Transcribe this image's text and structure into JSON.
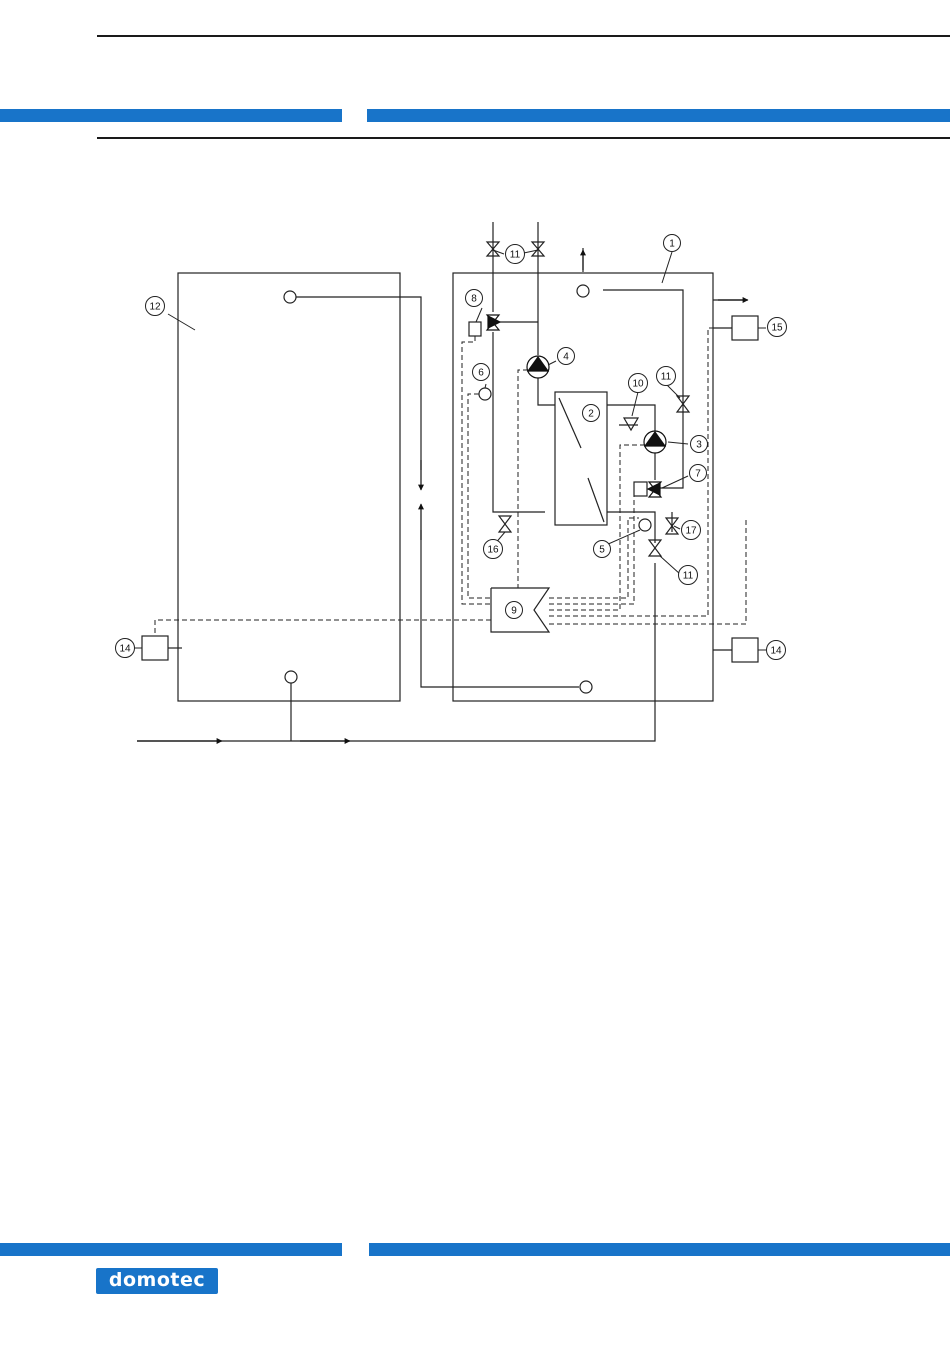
{
  "brand": {
    "name": "domotec",
    "accent_color": "#1874c9"
  },
  "diagram": {
    "label_numbers": [
      "1",
      "2",
      "3",
      "4",
      "5",
      "6",
      "7",
      "8",
      "9",
      "10",
      "11",
      "11",
      "11",
      "12",
      "14",
      "14",
      "15",
      "16",
      "17"
    ]
  }
}
